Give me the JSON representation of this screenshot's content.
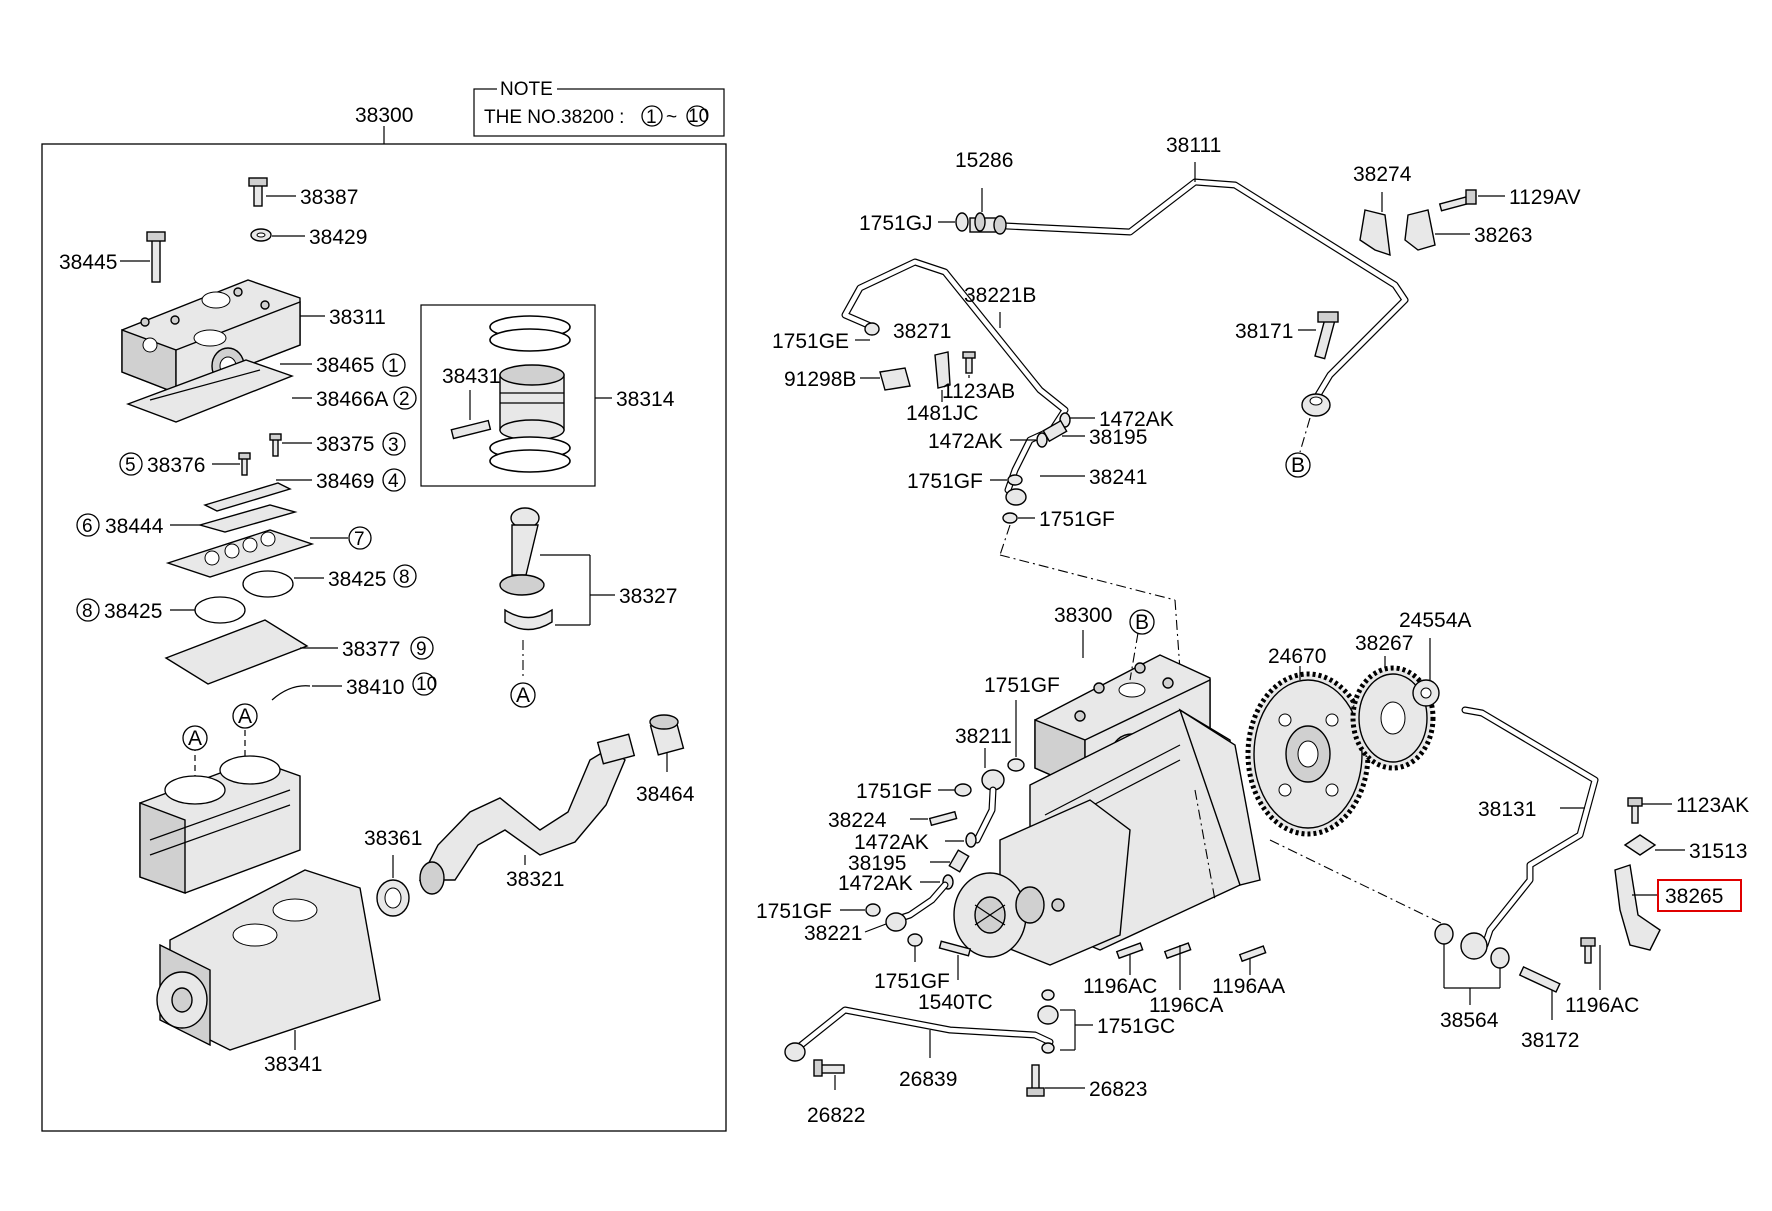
{
  "note": {
    "title": "NOTE",
    "text": "THE NO.38200 :",
    "range_from": "1",
    "range_sep": "~",
    "range_to": "10"
  },
  "assembly_label": "38300",
  "highlighted_part": "38265",
  "highlight_color": "#e00000",
  "left_labels": {
    "p38387": "38387",
    "p38429": "38429",
    "p38445": "38445",
    "p38311": "38311",
    "p38465": "38465",
    "p38466A": "38466A",
    "p38375": "38375",
    "p38376": "38376",
    "p38469": "38469",
    "p38444": "38444",
    "p38425a": "38425",
    "p38425b": "38425",
    "p38377": "38377",
    "p38410": "38410",
    "p38431": "38431",
    "p38314": "38314",
    "p38327": "38327",
    "p38464": "38464",
    "p38361": "38361",
    "p38321": "38321",
    "p38341": "38341"
  },
  "callouts": {
    "c1": "1",
    "c2": "2",
    "c3": "3",
    "c4": "4",
    "c5": "5",
    "c6": "6",
    "c7": "7",
    "c8a": "8",
    "c8b": "8",
    "c9": "9",
    "c10": "10",
    "refA1": "A",
    "refA2": "A",
    "refA3": "A",
    "refB1": "B",
    "refB2": "B"
  },
  "right_labels": {
    "p38111": "38111",
    "p15286": "15286",
    "p1751GJ": "1751GJ",
    "p38274": "38274",
    "p1129AV": "1129AV",
    "p38263": "38263",
    "p38221B": "38221B",
    "p1751GE": "1751GE",
    "p38271": "38271",
    "p91298B": "91298B",
    "p1123AB": "1123AB",
    "p1481JC": "1481JC",
    "p1472AKa": "1472AK",
    "p1472AKb": "1472AK",
    "p38195a": "38195",
    "p38171": "38171",
    "p1751GFa": "1751GF",
    "p38241": "38241",
    "p1751GFb": "1751GF",
    "p38300b": "38300",
    "p24554A": "24554A",
    "p24670": "24670",
    "p38267": "38267",
    "p1751GFc": "1751GF",
    "p38211": "38211",
    "p1751GFd": "1751GF",
    "p38224": "38224",
    "p1472AKc": "1472AK",
    "p38195b": "38195",
    "p1472AKd": "1472AK",
    "p1751GFe": "1751GF",
    "p38221": "38221",
    "p1751GFf": "1751GF",
    "p1540TC": "1540TC",
    "p38131": "38131",
    "p1123AK": "1123AK",
    "p31513": "31513",
    "p38265": "38265",
    "p1196ACa": "1196AC",
    "p1196CA": "1196CA",
    "p1196AA": "1196AA",
    "p38564": "38564",
    "p38172": "38172",
    "p1196ACb": "1196AC",
    "p1751GC": "1751GC",
    "p26839": "26839",
    "p26823": "26823",
    "p26822": "26822"
  }
}
